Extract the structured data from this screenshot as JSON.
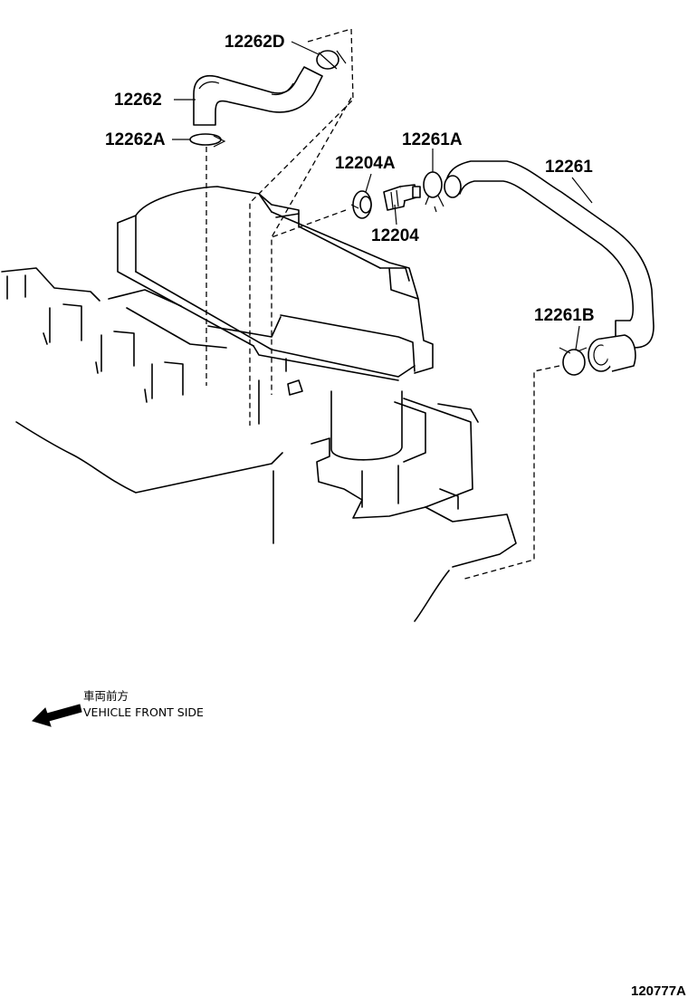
{
  "labels": {
    "p12262D": "12262D",
    "p12262": "12262",
    "p12262A": "12262A",
    "p12204A": "12204A",
    "p12204": "12204",
    "p12261A": "12261A",
    "p12261": "12261",
    "p12261B": "12261B"
  },
  "direction": {
    "jp": "車両前方",
    "en": "VEHICLE FRONT SIDE"
  },
  "figure_ref": "120777A"
}
